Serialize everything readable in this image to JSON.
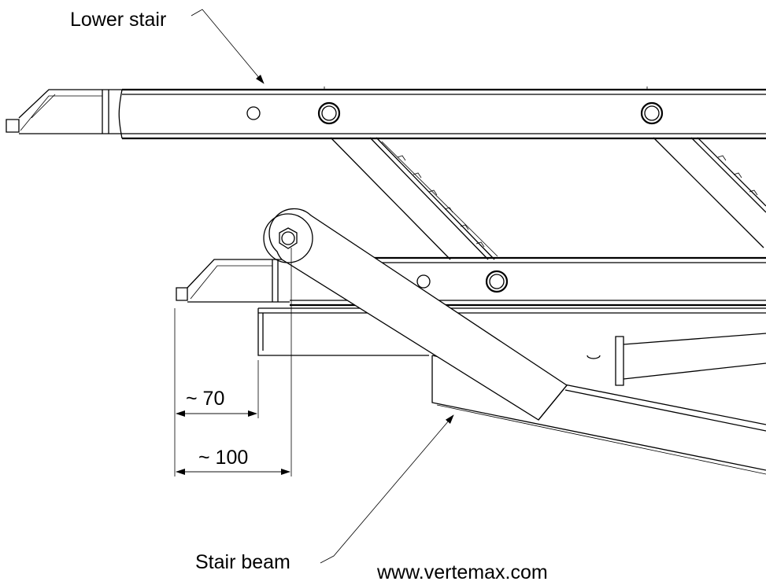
{
  "labels": {
    "lower_stair": "Lower stair",
    "stair_beam": "Stair beam",
    "website": "www.vertemax.com"
  },
  "dimensions": {
    "dim_70": "~ 70",
    "dim_100": "~ 100"
  },
  "colors": {
    "line": "#000000",
    "background": "#ffffff"
  }
}
